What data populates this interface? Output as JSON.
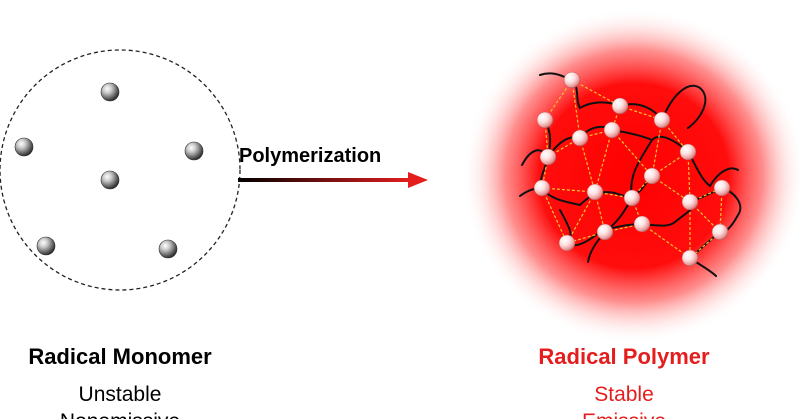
{
  "monomer": {
    "title": "Radical Monomer",
    "properties": [
      "Unstable",
      "Nonemissive"
    ]
  },
  "process": {
    "label": "Polymerization"
  },
  "polymer": {
    "title": "Radical Polymer",
    "properties": [
      "Stable",
      "Emissive"
    ]
  },
  "colors": {
    "accent": "#e41e1e",
    "glow": "#ff0000",
    "text": "#000000",
    "bond": "#f2c230"
  }
}
